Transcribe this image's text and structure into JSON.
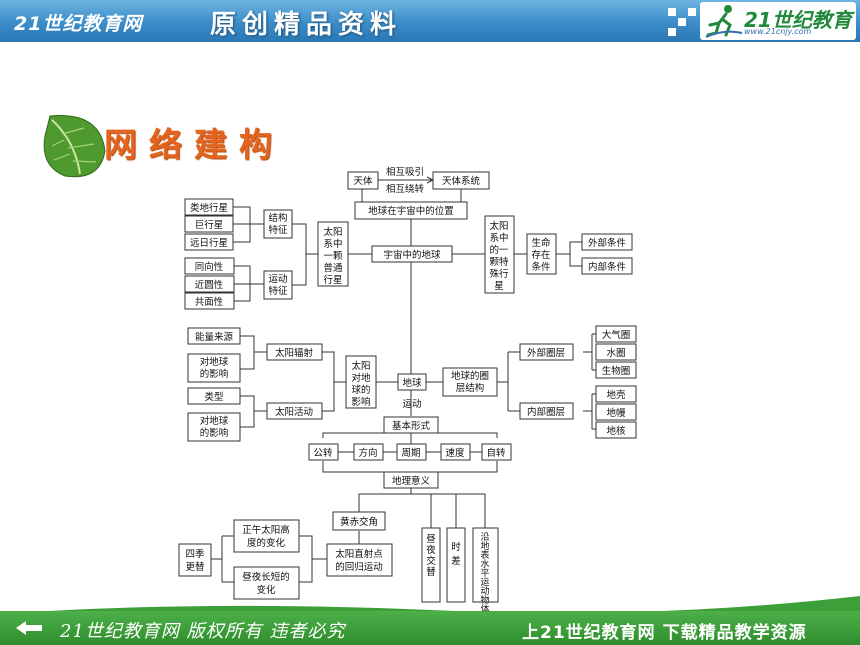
{
  "header": {
    "site_name": "21世纪教育网",
    "slogan": "原创精品资料",
    "brand": "21世纪教育",
    "brand_url": "www.21cnjy.com"
  },
  "section_title": "网络建构",
  "footer": {
    "left": "21世纪教育网  版权所有 违者必究",
    "right": "上21世纪教育网 下载精品教学资源"
  },
  "diagram": {
    "tianti": "天体",
    "xianghu_xiyin": "相互吸引",
    "xianghu_raozhuan": "相互绕转",
    "tianti_xitong": "天体系统",
    "position": "地球在宇宙中的位置",
    "leidi": "类地行星",
    "juxing": "巨行星",
    "yuanri": "远日行星",
    "jiegou_tezheng": [
      "结构",
      "特征"
    ],
    "tongxiang": "同向性",
    "jinyuan": "近圆性",
    "gongmian": "共面性",
    "yundong_tezheng": [
      "运动",
      "特征"
    ],
    "putong_xingxing": [
      "太阳",
      "系中",
      "一颗",
      "普通",
      "行星"
    ],
    "yuzhou_diqiu": "宇宙中的地球",
    "teshu_xingxing": [
      "太阳",
      "系中",
      "的一",
      "颗特",
      "殊行",
      "星"
    ],
    "shengming_tiaojian": [
      "生命",
      "存在",
      "条件"
    ],
    "waibu_tiaojian": "外部条件",
    "neibu_tiaojian": "内部条件",
    "nengliang": "能量来源",
    "dui_diqiu_1": [
      "对地球",
      "的影响"
    ],
    "taiyang_fushe": "太阳辐射",
    "leixing": "类型",
    "dui_diqiu_2": [
      "对地球",
      "的影响"
    ],
    "taiyang_huodong": "太阳活动",
    "taiyang_yingxiang": [
      "太阳",
      "对地",
      "球的",
      "影响"
    ],
    "diqiu": "地球",
    "yundong": "运动",
    "quanceng_jiegou": [
      "地球的圈",
      "层结构"
    ],
    "waibu_quanceng": "外部圈层",
    "daqi": "大气圈",
    "shui": "水圈",
    "shengwu": "生物圈",
    "neibu_quanceng": "内部圈层",
    "diqiao": "地壳",
    "diman": "地幔",
    "dihe": "地核",
    "jiben_xingshi": "基本形式",
    "gongzhuan": "公转",
    "fangxiang": "方向",
    "zhouqi": "周期",
    "sudu": "速度",
    "zizhuan": "自转",
    "dili_yiyi": "地理意义",
    "huangchi_jiao": "黄赤交角",
    "zhengwu": [
      "正午太阳高",
      "度的变化"
    ],
    "siji": [
      "四季",
      "更替"
    ],
    "zhouye_changduan": [
      "昼夜长短的",
      "变化"
    ],
    "zhishe": [
      "太阳直射点",
      "的回归运动"
    ],
    "zhouye_jiaoti": "昼夜交替",
    "shicha": "时差",
    "pianyi": "沿地表水平运动物体的偏移"
  }
}
